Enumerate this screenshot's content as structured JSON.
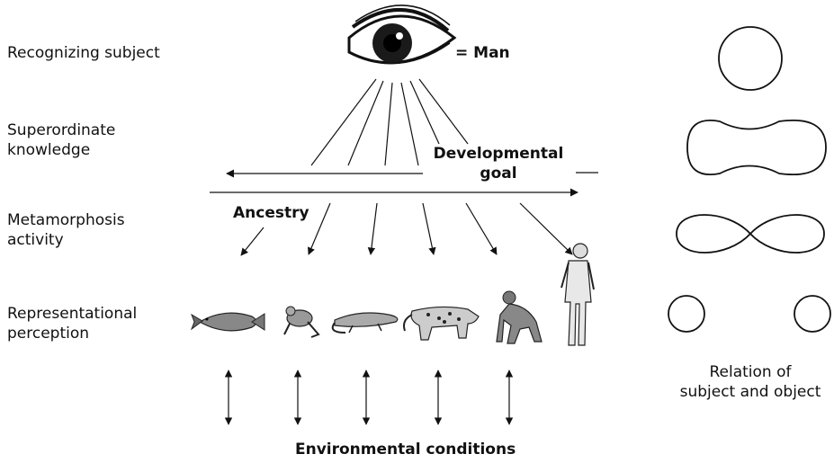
{
  "left_labels": {
    "recognizing": "Recognizing subject",
    "superordinate": "Superordinate\nknowledge",
    "metamorphosis": "Metamorphosis\nactivity",
    "representational": "Representational\nperception"
  },
  "eye_label": "= Man",
  "developmental_goal": "Developmental\ngoal",
  "ancestry": "Ancestry",
  "environmental": "Environmental conditions",
  "relation_caption": "Relation of\nsubject and object",
  "organisms": [
    "fish",
    "frog",
    "lizard",
    "leopard",
    "ape",
    "human"
  ]
}
